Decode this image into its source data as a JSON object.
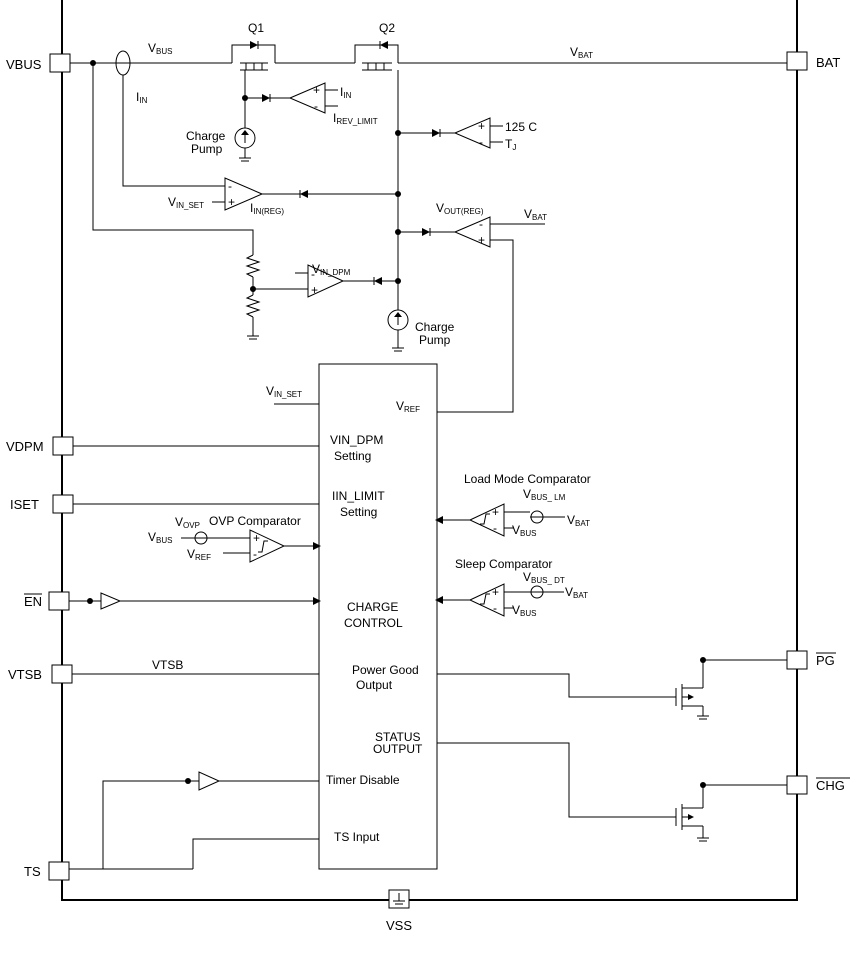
{
  "pins": {
    "vbus": "VBUS",
    "vdpm": "VDPM",
    "iset": "ISET",
    "en": "EN",
    "vtsb": "VTSB",
    "ts": "TS",
    "bat": "BAT",
    "pg": "PG",
    "chg": "CHG",
    "vss": "VSS"
  },
  "transistors": {
    "q1": "Q1",
    "q2": "Q2"
  },
  "labels": {
    "vbus_main": "V",
    "vbus_main_sub": "BUS",
    "vbat_main": "V",
    "vbat_main_sub": "BAT",
    "iin": "I",
    "iin_sub": "IN",
    "amp1_in_top": "I",
    "amp1_in_top_sub": "IN",
    "amp1_in_bot": "I",
    "amp1_in_bot_sub": "REV_LIMIT",
    "charge_pump_1a": "Charge",
    "charge_pump_1b": "Pump",
    "temp_ref": "125 C",
    "tj": "T",
    "tj_sub": "J",
    "vin_set_1": "V",
    "vin_set_1_sub": "IN_SET",
    "iin_reg": "I",
    "iin_reg_sub": "IN(REG)",
    "vout_reg": "V",
    "vout_reg_sub": "OUT(REG)",
    "vbat_2": "V",
    "vbat_2_sub": "BAT",
    "vin_dpm": "V",
    "vin_dpm_sub": "IN_DPM",
    "charge_pump_2a": "Charge",
    "charge_pump_2b": "Pump",
    "vin_set_2": "V",
    "vin_set_2_sub": "IN_SET",
    "vref_out": "V",
    "vref_out_sub": "REF",
    "vin_dpm_setting_a": "VIN_DPM",
    "vin_dpm_setting_b": "Setting",
    "iin_limit_setting_a": "IIN_LIMIT",
    "iin_limit_setting_b": "Setting",
    "ovp_title": "OVP Comparator",
    "vovp": "V",
    "vovp_sub": "OVP",
    "ovp_vbus": "V",
    "ovp_vbus_sub": "BUS",
    "ovp_vref": "V",
    "ovp_vref_sub": "REF",
    "load_mode_title": "Load Mode Comparator",
    "vbus_lm": "V",
    "vbus_lm_sub": "BUS_ LM",
    "lm_vbat": "V",
    "lm_vbat_sub": "BAT",
    "lm_vbus": "V",
    "lm_vbus_sub": "BUS",
    "sleep_title": "Sleep Comparator",
    "vbus_dt": "V",
    "vbus_dt_sub": "BUS_ DT",
    "sl_vbat": "V",
    "sl_vbat_sub": "BAT",
    "sl_vbus": "V",
    "sl_vbus_sub": "BUS",
    "charge_control_a": "CHARGE",
    "charge_control_b": "CONTROL",
    "vtsb_line": "VTSB",
    "power_good_a": "Power Good",
    "power_good_b": "Output",
    "status_a": "STATUS",
    "status_b": "OUTPUT",
    "timer_disable": "Timer Disable",
    "ts_input": "TS Input",
    "plus": "+",
    "minus": "-"
  }
}
